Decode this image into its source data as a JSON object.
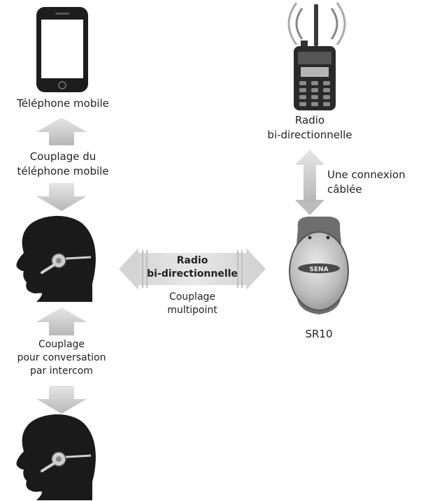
{
  "devices": {
    "phone": "Téléphone mobile",
    "radio": [
      "Radio",
      "bi-directionnelle"
    ],
    "sr10": "SR10",
    "sr10_brand": "SENA"
  },
  "links": {
    "phone_pairing": [
      "Couplage du",
      "téléphone mobile"
    ],
    "wired": [
      "Une connexion",
      "câblée"
    ],
    "center_title": [
      "Radio",
      "bi-directionnelle"
    ],
    "multipoint": [
      "Couplage",
      "multipoint"
    ],
    "intercom": [
      "Couplage",
      "pour conversation",
      "par intercom"
    ]
  }
}
